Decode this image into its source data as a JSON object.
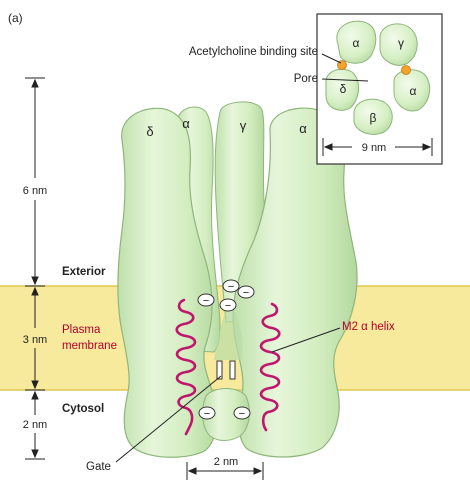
{
  "panel_label": "(a)",
  "dimensions": {
    "exterior_height": "6 nm",
    "membrane_height": "3 nm",
    "cytosol_height": "2 nm",
    "gate_width": "2 nm",
    "inset_width": "9 nm"
  },
  "regions": {
    "exterior": "Exterior",
    "membrane_line1": "Plasma",
    "membrane_line2": "membrane",
    "cytosol": "Cytosol"
  },
  "subunits": {
    "main": [
      "δ",
      "α",
      "γ",
      "α"
    ],
    "inset": [
      "α",
      "γ",
      "δ",
      "α",
      "β"
    ]
  },
  "labels": {
    "binding_site": "Acetylcholine binding site",
    "pore": "Pore",
    "m2_helix": "M2 α helix",
    "gate": "Gate"
  },
  "charge_symbol": "−",
  "colors": {
    "membrane": "#f7ea9c",
    "membrane_edge": "#e3c650",
    "subunit_fill": "#d6efc4",
    "subunit_edge": "#8fb57c",
    "helix": "#c0176e",
    "binding_site": "#f3a52b"
  }
}
